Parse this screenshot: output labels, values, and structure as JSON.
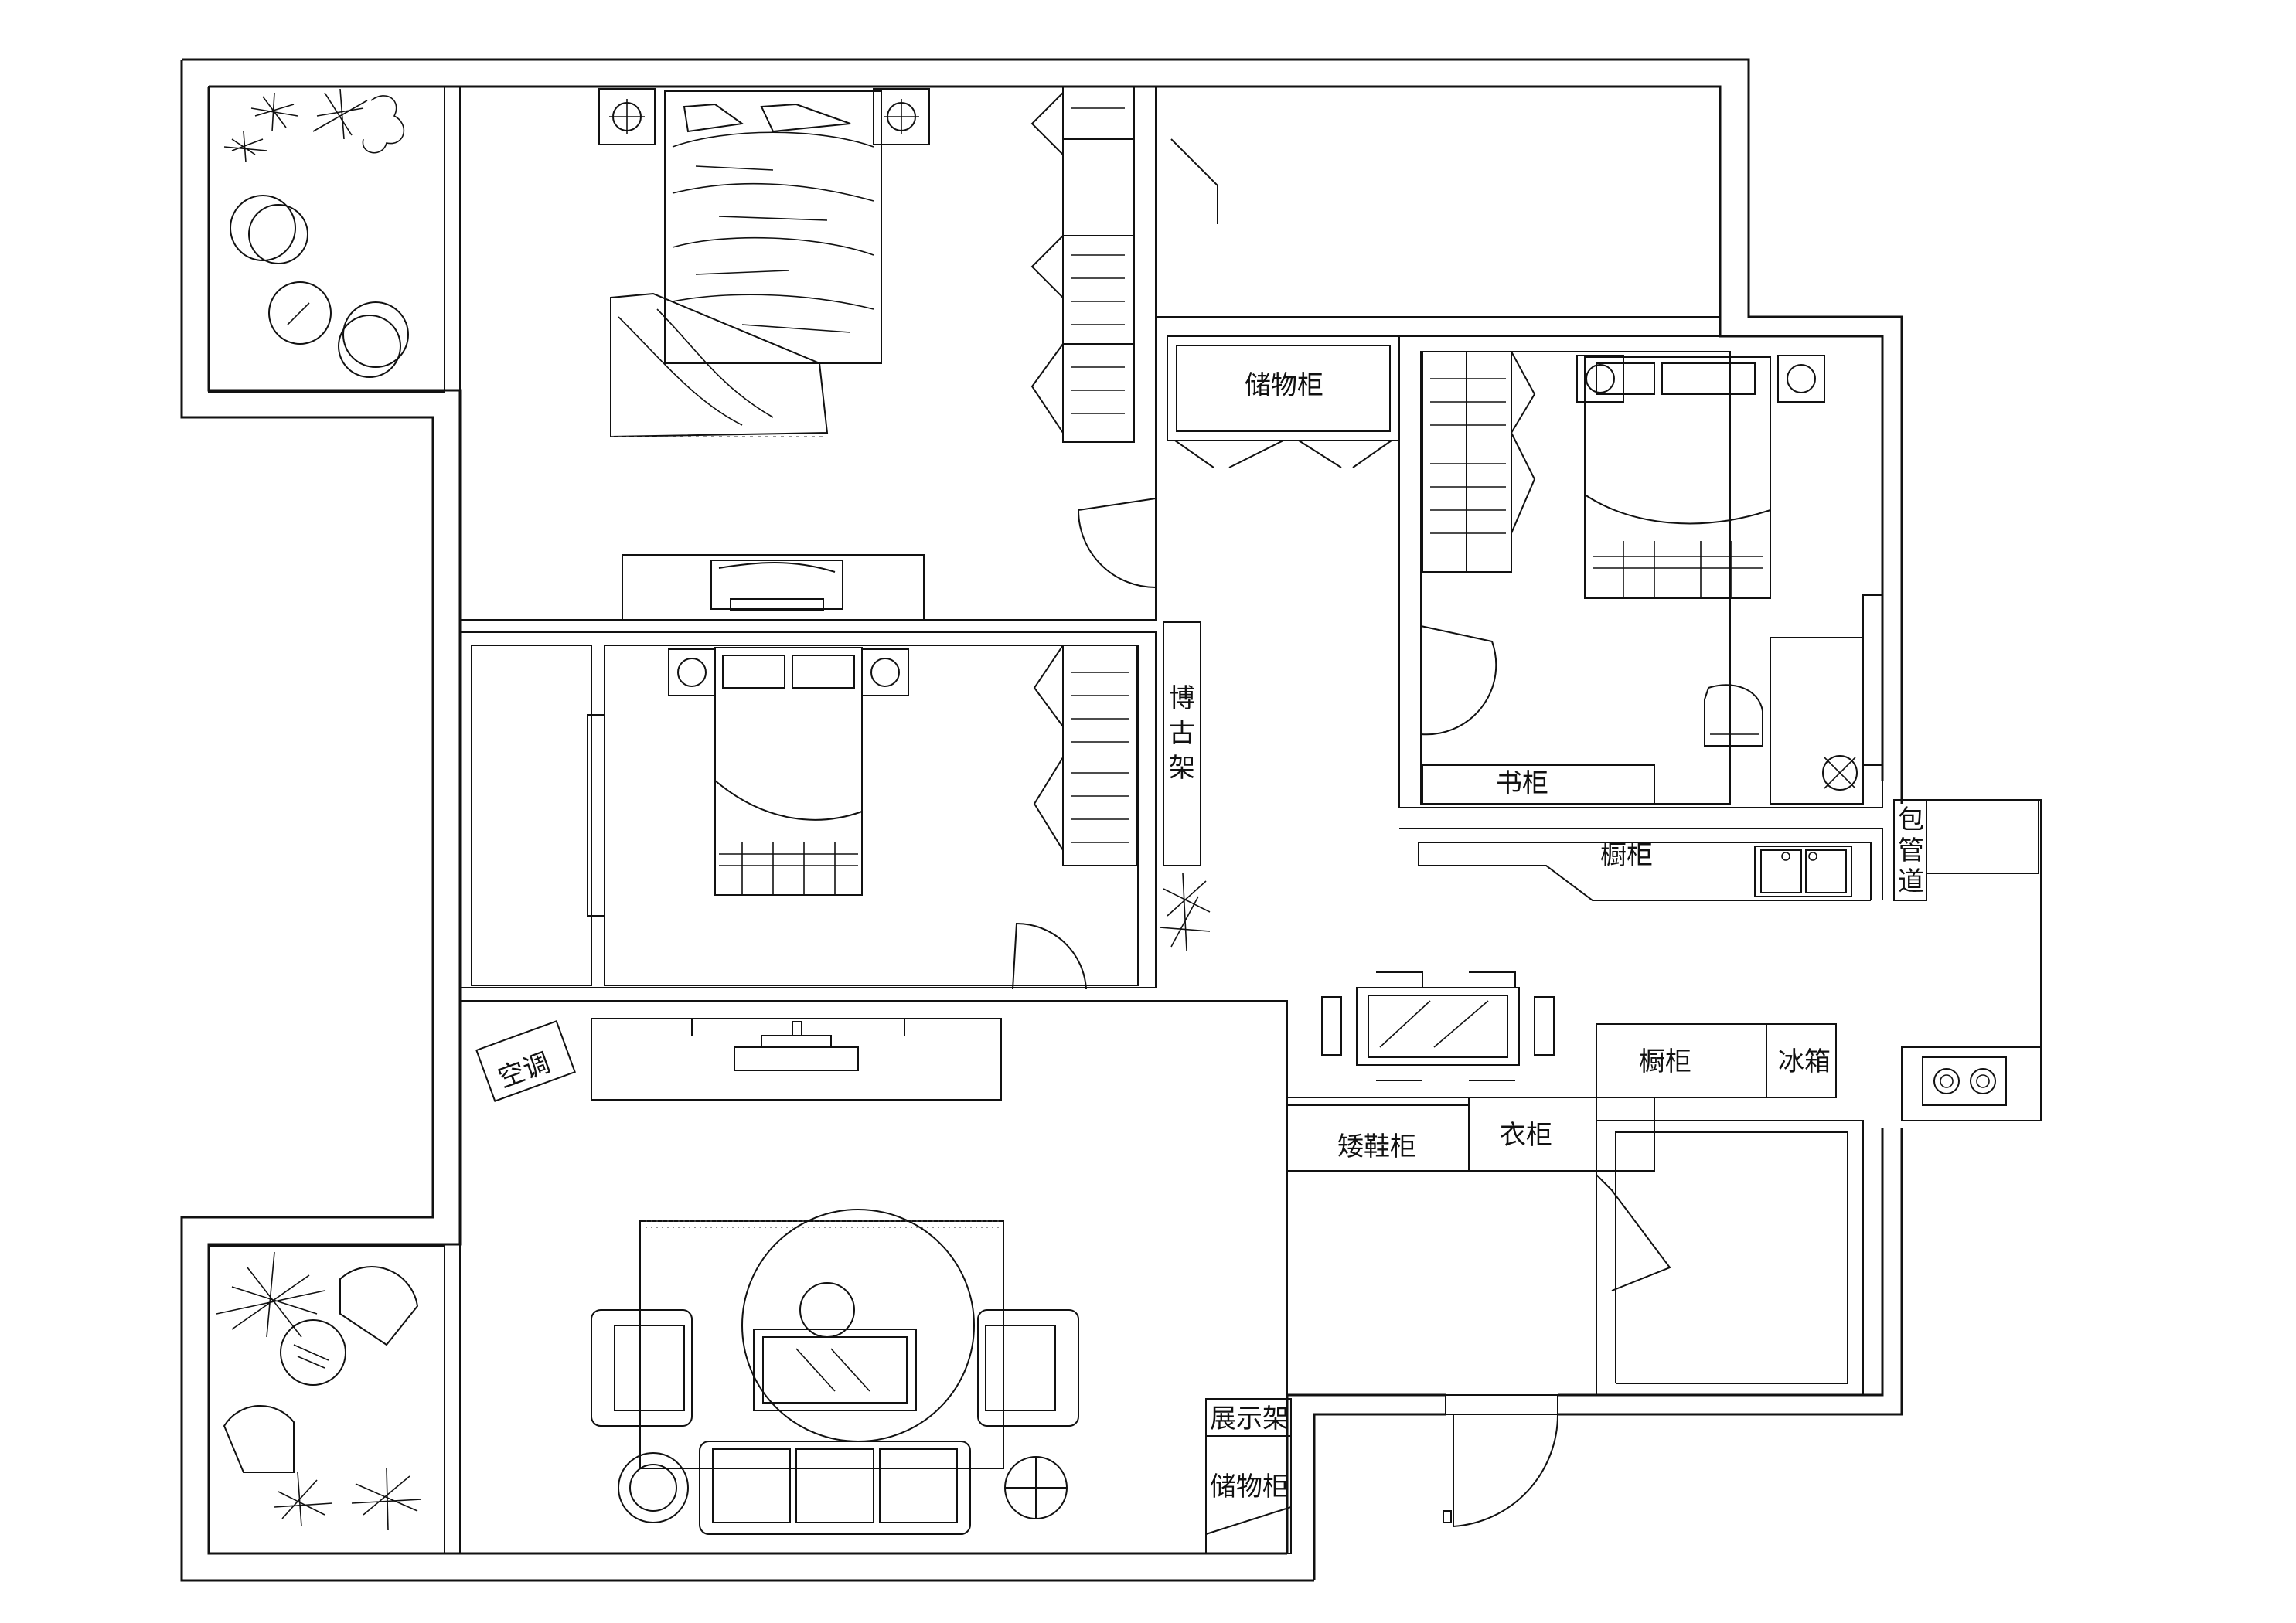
{
  "labels": {
    "storage_top": "储物柜",
    "bookshelf": "书柜",
    "cabinet_kitchen": "橱柜",
    "pipe_chase": [
      "包",
      "管",
      "道"
    ],
    "curio_shelf": [
      "博",
      "古",
      "架"
    ],
    "aircon": "空调",
    "cabinet_fridge_side": "橱柜",
    "fridge": "冰箱",
    "wardrobe": "衣柜",
    "shoe_cabinet": "矮鞋柜",
    "display_shelf": "展示架",
    "storage_bottom": "储物柜"
  }
}
